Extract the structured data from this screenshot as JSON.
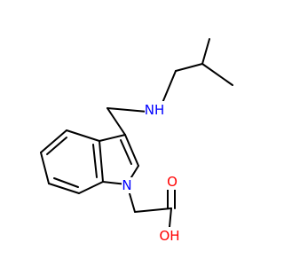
{
  "molecule": {
    "atoms": [
      {
        "id": "amine-nitrogen",
        "symbol": "NH",
        "color": "#0000ff"
      },
      {
        "id": "indole-nitrogen",
        "symbol": "N",
        "color": "#0000ff"
      },
      {
        "id": "carbonyl-oxygen",
        "symbol": "O",
        "color": "#ff0000"
      },
      {
        "id": "hydroxyl-oxygen",
        "symbol": "OH",
        "color": "#ff0000"
      }
    ],
    "bond_color": "#000000",
    "background": "#ffffff"
  }
}
